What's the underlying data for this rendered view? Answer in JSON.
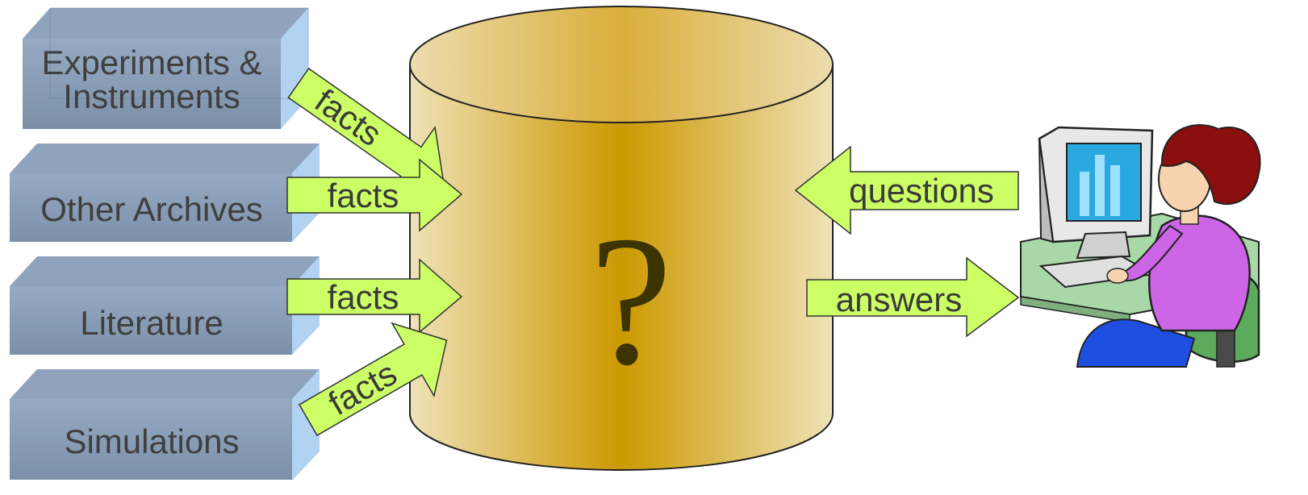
{
  "sources": [
    {
      "label_line1": "Experiments &",
      "label_line2": "Instruments"
    },
    {
      "label_line1": "Other Archives",
      "label_line2": ""
    },
    {
      "label_line1": "Literature",
      "label_line2": ""
    },
    {
      "label_line1": "Simulations",
      "label_line2": ""
    }
  ],
  "arrows": {
    "facts": [
      "facts",
      "facts",
      "facts",
      "facts"
    ],
    "questions": "questions",
    "answers": "answers"
  },
  "database": {
    "symbol": "?"
  },
  "icons": {
    "user": "person-at-computer-icon",
    "database": "database-cylinder-icon"
  },
  "colors": {
    "box_front": "#6f86a4",
    "box_side": "#9ec4e6",
    "box_top": "#7890ae",
    "arrow_fill": "#ccff66",
    "cylinder_mid": "#cc9900",
    "cylinder_edge": "#e9d8a6"
  }
}
